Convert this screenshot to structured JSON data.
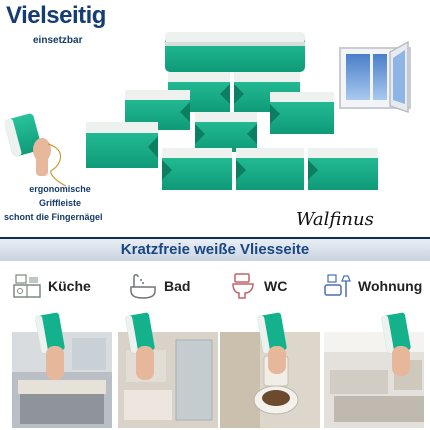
{
  "header": {
    "title": "Vielseitig",
    "subtitle": "einsetzbar"
  },
  "grip": {
    "line1": "ergonomische",
    "line2": "Griffleiste",
    "line3": "schont die Fingernägel"
  },
  "brand": "Walfinus",
  "banner": "Kratzfreie weiße Vliesseite",
  "rooms": [
    {
      "label": "Küche",
      "icon": "kitchen-icon"
    },
    {
      "label": "Bad",
      "icon": "bathroom-icon"
    },
    {
      "label": "WC",
      "icon": "toilet-icon"
    },
    {
      "label": "Wohnung",
      "icon": "living-room-icon"
    }
  ],
  "colors": {
    "title": "#163d73",
    "banner_text": "#1a4784",
    "sponge_green": "#17b38f",
    "sponge_white": "#eef2ef",
    "icon_gray": "#8a8f95"
  }
}
